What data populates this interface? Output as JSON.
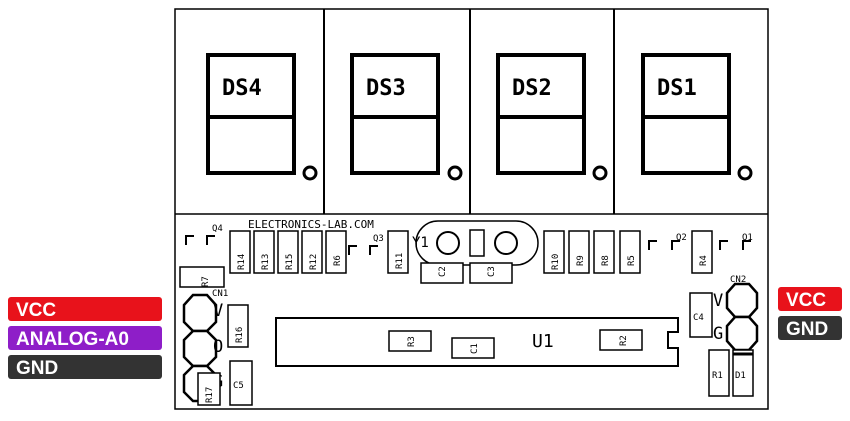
{
  "board": {
    "silkscreen": "ELECTRONICS-LAB.COM",
    "displays": [
      "DS4",
      "DS3",
      "DS2",
      "DS1"
    ],
    "crystal": "Y1",
    "ic": "U1",
    "transistors": {
      "q1": "Q1",
      "q2": "Q2",
      "q3": "Q3",
      "q4": "Q4"
    },
    "resistors": {
      "r1": "R1",
      "r2": "R2",
      "r3": "R3",
      "r4": "R4",
      "r5": "R5",
      "r6": "R6",
      "r7": "R7",
      "r8": "R8",
      "r9": "R9",
      "r10": "R10",
      "r11": "R11",
      "r12": "R12",
      "r13": "R13",
      "r14": "R14",
      "r15": "R15",
      "r16": "R16",
      "r17": "R17"
    },
    "capacitors": {
      "c1": "C1",
      "c2": "C2",
      "c3": "C3",
      "c4": "C4",
      "c5": "C5"
    },
    "diode": "D1",
    "cn1": {
      "name": "CN1",
      "pins": [
        "V",
        "O",
        "G"
      ]
    },
    "cn2": {
      "name": "CN2",
      "pins": [
        "V",
        "G"
      ]
    }
  },
  "tags": {
    "left": [
      {
        "text": "VCC",
        "color": "#e8121b"
      },
      {
        "text": "ANALOG-A0",
        "color": "#8e1ec8"
      },
      {
        "text": "GND",
        "color": "#333333"
      }
    ],
    "right": [
      {
        "text": "VCC",
        "color": "#e8121b"
      },
      {
        "text": "GND",
        "color": "#333333"
      }
    ]
  }
}
